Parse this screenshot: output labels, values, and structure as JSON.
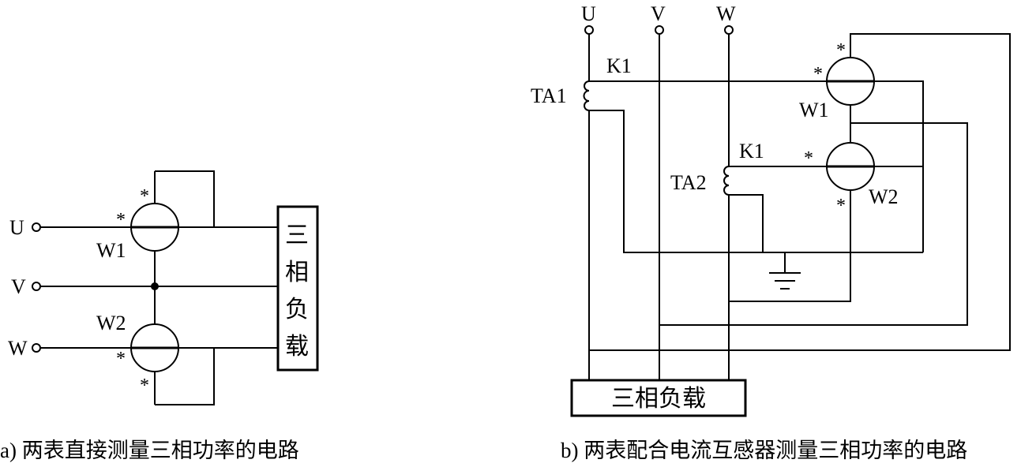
{
  "left_diagram": {
    "caption": "a) 两表直接测量三相功率的电路",
    "phases": [
      "U",
      "V",
      "W"
    ],
    "meters": [
      "W1",
      "W2"
    ],
    "polarity_mark": "*",
    "load": "三相负载",
    "load_chars": [
      "三",
      "相",
      "负",
      "载"
    ]
  },
  "right_diagram": {
    "caption": "b) 两表配合电流互感器测量三相功率的电路",
    "phases": [
      "U",
      "V",
      "W"
    ],
    "meters": [
      "W1",
      "W2"
    ],
    "current_transformers": [
      "TA1",
      "TA2"
    ],
    "switches": [
      "K1",
      "K1"
    ],
    "polarity_mark": "*",
    "load": "三相负载"
  }
}
